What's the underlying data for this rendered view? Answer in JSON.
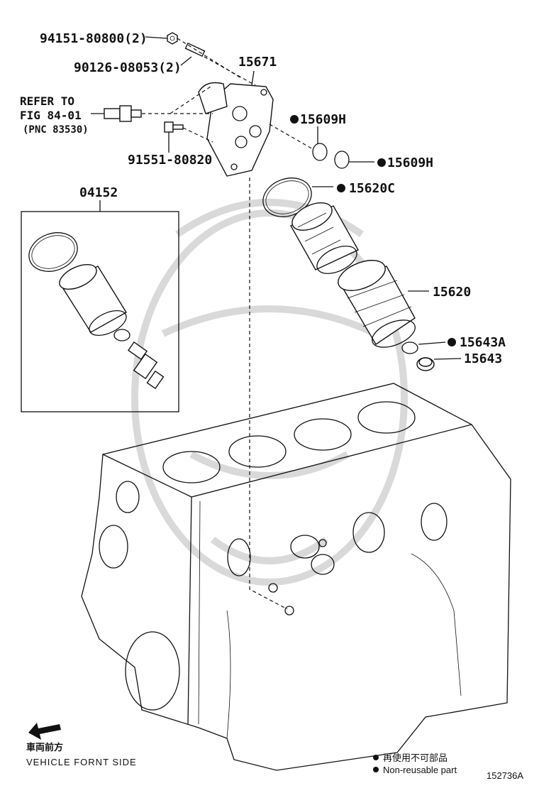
{
  "parts": {
    "p94151": "94151-80800(2)",
    "p90126": "90126-08053(2)",
    "p15671": "15671",
    "p15609h_a": "15609H",
    "p15609h_b": "15609H",
    "p91551": "91551-80820",
    "p04152": "04152",
    "p15620c": "15620C",
    "p15620": "15620",
    "p15643a": "15643A",
    "p15643": "15643"
  },
  "refer": {
    "line1": "REFER TO",
    "line2": "FIG 84-01",
    "line3": "(PNC 83530)"
  },
  "front": {
    "jp": "車両前方",
    "en": "VEHICLE FORNT SIDE"
  },
  "legend": {
    "jp": "再使用不可部品",
    "en": "Non-reusable part"
  },
  "figure_id": "152736A",
  "colors": {
    "ink": "#111111",
    "watermark": "#d9d9d9"
  }
}
